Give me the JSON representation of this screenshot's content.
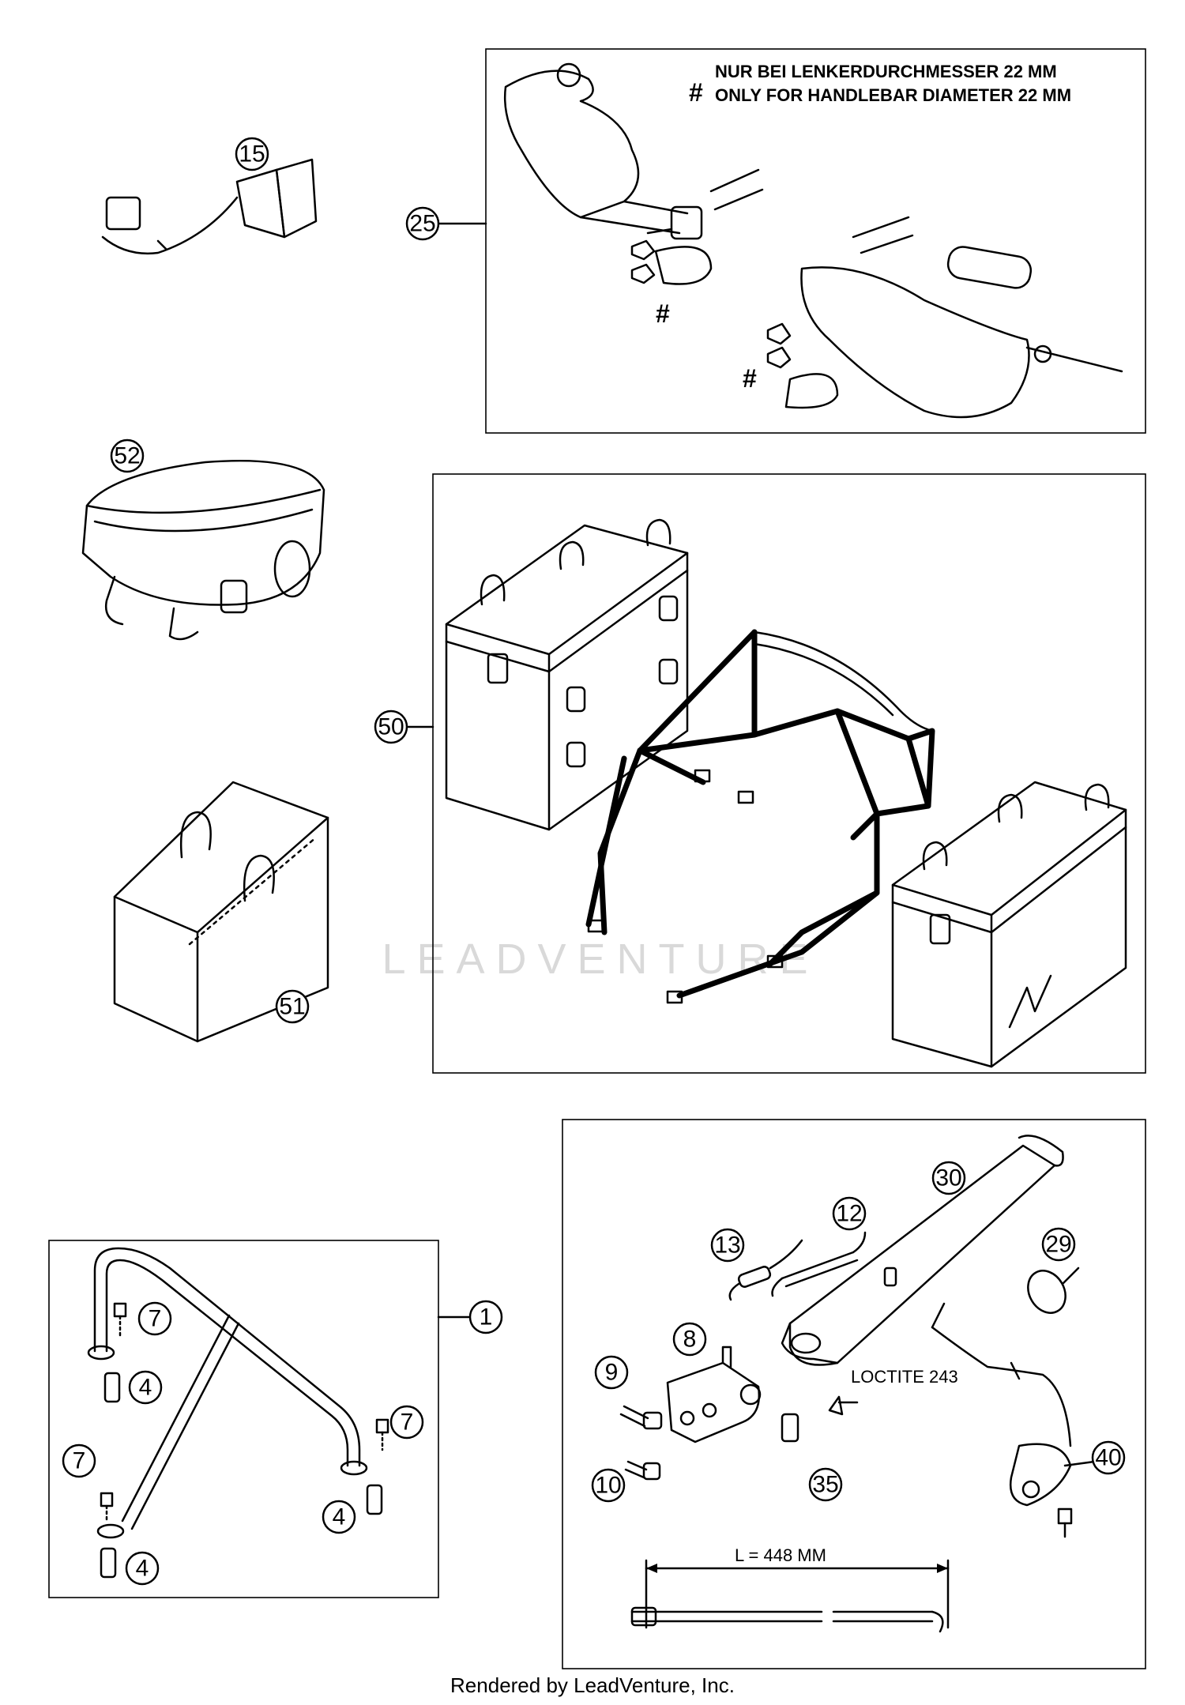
{
  "notes": {
    "hash_symbol": "#",
    "line1": "NUR BEI LENKERDURCHMESSER 22 MM",
    "line2": "ONLY FOR HANDLEBAR DIAMETER 22 MM"
  },
  "callouts": [
    "15",
    "25",
    "52",
    "50",
    "51",
    "1",
    "7",
    "4",
    "30",
    "12",
    "13",
    "29",
    "8",
    "9",
    "10",
    "35",
    "40"
  ],
  "labels": {
    "loctite": "LOCTITE 243",
    "length": "L = 448 MM"
  },
  "watermark": "LEADVENTURE",
  "footer": "Rendered by LeadVenture, Inc."
}
